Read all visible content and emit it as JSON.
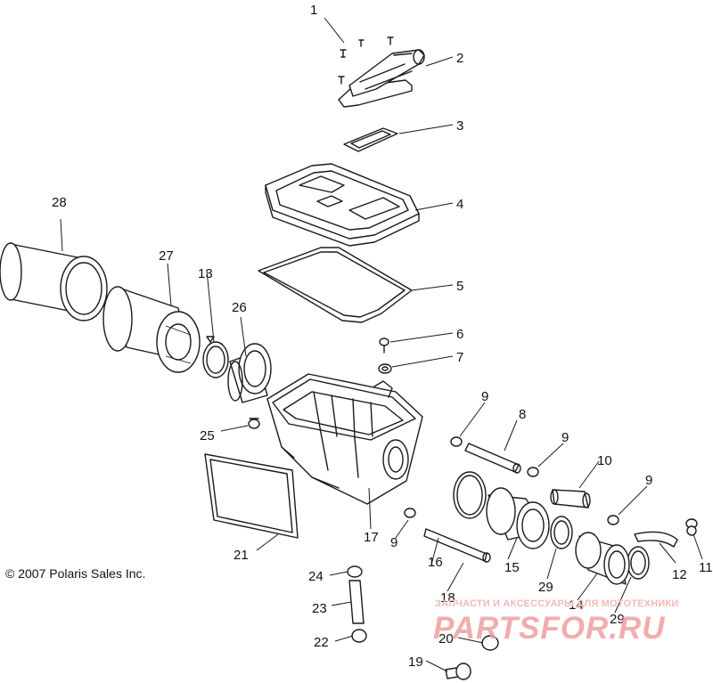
{
  "copyright": "© 2007 Polaris Sales Inc.",
  "watermark": {
    "tagline": "ЗАПЧАСТИ И АКСЕССУАРЫ ДЛЯ МОТОТЕХНИКИ",
    "brand": "PARTSFOR.RU",
    "color": "#ef9f9f"
  },
  "callouts": {
    "c1": "1",
    "c2": "2",
    "c3": "3",
    "c4": "4",
    "c5": "5",
    "c6": "6",
    "c7": "7",
    "c8": "8",
    "c9a": "9",
    "c9b": "9",
    "c9c": "9",
    "c9d": "9",
    "c10": "10",
    "c11": "11",
    "c12": "12",
    "c13": "13",
    "c14": "14",
    "c15": "15",
    "c16": "16",
    "c17": "17",
    "c18": "18",
    "c19": "19",
    "c20": "20",
    "c21": "21",
    "c22": "22",
    "c23": "23",
    "c24": "24",
    "c25": "25",
    "c26": "26",
    "c27": "27",
    "c28": "28",
    "c29a": "29",
    "c29b": "29"
  }
}
